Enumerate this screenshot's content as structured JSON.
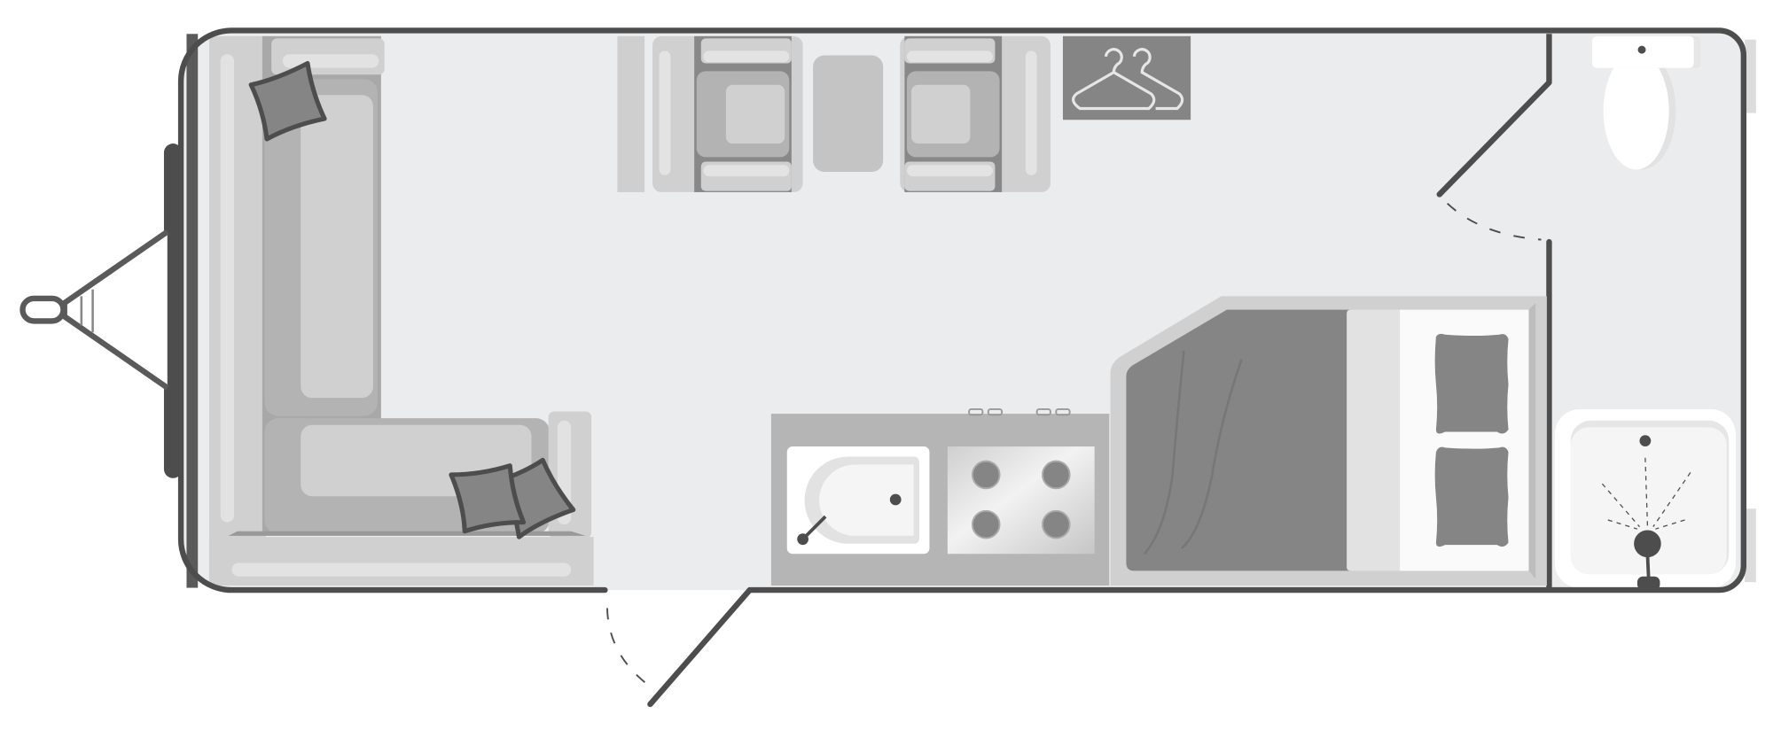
{
  "diagram": {
    "type": "caravan-floor-plan",
    "colors": {
      "wall": "#4d4d4d",
      "floor": "#ebeced",
      "cushion_dark": "#858585",
      "seat_base": "#b3b3b3",
      "seat_light": "#d0d0d0",
      "worktop": "#b5b5b5",
      "white": "#ffffff"
    },
    "areas": [
      {
        "id": "front-lounge",
        "icon": "sofa-icon"
      },
      {
        "id": "dining-chairs",
        "icon": "armchair-icon"
      },
      {
        "id": "wardrobe",
        "icon": "hanger-icon"
      },
      {
        "id": "kitchen",
        "icon": "sink-hob-icon"
      },
      {
        "id": "bedroom",
        "icon": "bed-icon"
      },
      {
        "id": "washroom",
        "icon": "toilet-shower-icon"
      },
      {
        "id": "entrance-door",
        "icon": "door-icon"
      },
      {
        "id": "tow-hitch",
        "icon": "hitch-icon"
      }
    ]
  }
}
